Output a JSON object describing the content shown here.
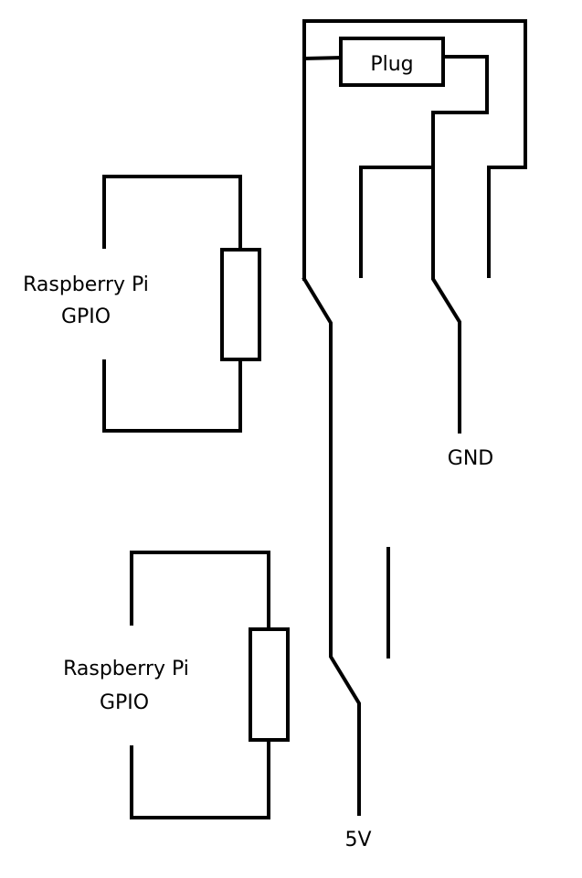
{
  "diagram": {
    "type": "circuit-schematic",
    "labels": {
      "plug": "Plug",
      "gnd": "GND",
      "five_volt": "5V",
      "gpio_top_line1": "Raspberry Pi",
      "gpio_top_line2": "GPIO",
      "gpio_bottom_line1": "Raspberry Pi",
      "gpio_bottom_line2": "GPIO"
    },
    "components": [
      {
        "id": "plug",
        "kind": "box",
        "label": "Plug"
      },
      {
        "id": "relay1-coil",
        "kind": "resistor/coil",
        "driven_by": "Raspberry Pi GPIO (top)"
      },
      {
        "id": "relay2-coil",
        "kind": "resistor/coil",
        "driven_by": "Raspberry Pi GPIO (bottom)"
      },
      {
        "id": "relay1-switch",
        "kind": "changeover-switch",
        "common": "GND"
      },
      {
        "id": "relay2-switch",
        "kind": "changeover-switch",
        "common": "5V"
      }
    ],
    "colors": {
      "stroke": "#000000",
      "background": "#ffffff"
    }
  }
}
